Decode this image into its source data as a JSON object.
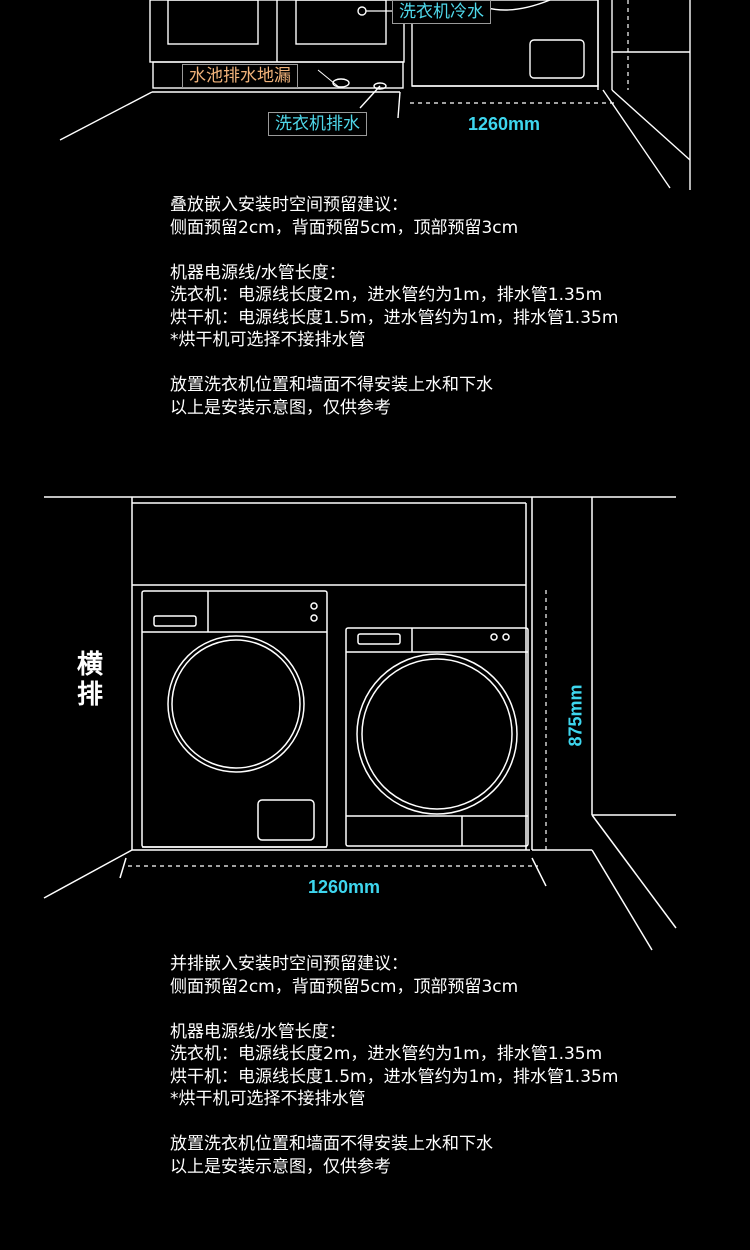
{
  "top_diagram": {
    "labels": {
      "washer_cold_water": "洗衣机冷水",
      "sink_floor_drain": "水池排水地漏",
      "washer_drain": "洗衣机排水"
    },
    "width_dimension": "1260mm"
  },
  "stacked_text": {
    "line1": "叠放嵌入安装时空间预留建议：",
    "line2": "侧面预留2cm，背面预留5cm，顶部预留3cm",
    "line3": "机器电源线/水管长度：",
    "line4": "洗衣机：电源线长度2m，进水管约为1m，排水管1.35m",
    "line5": "烘干机：电源线长度1.5m，进水管约为1m，排水管1.35m",
    "line6": "*烘干机可选择不接排水管",
    "line7": "放置洗衣机位置和墙面不得安装上水和下水",
    "line8": "以上是安装示意图，仅供参考"
  },
  "side_diagram": {
    "side_label": "横排",
    "width_dimension": "1260mm",
    "height_dimension": "875mm"
  },
  "side_text": {
    "line1": "并排嵌入安装时空间预留建议：",
    "line2": "侧面预留2cm，背面预留5cm，顶部预留3cm",
    "line3": "机器电源线/水管长度：",
    "line4": "洗衣机：电源线长度2m，进水管约为1m，排水管1.35m",
    "line5": "烘干机：电源线长度1.5m，进水管约为1m，排水管1.35m",
    "line6": "*烘干机可选择不接排水管",
    "line7": "放置洗衣机位置和墙面不得安装上水和下水",
    "line8": "以上是安装示意图，仅供参考"
  },
  "colors": {
    "background": "#000000",
    "line": "#ffffff",
    "dimension": "#3ed6ee",
    "tag_cyan": "#4fd8ea",
    "tag_orange": "#f0b27a"
  }
}
